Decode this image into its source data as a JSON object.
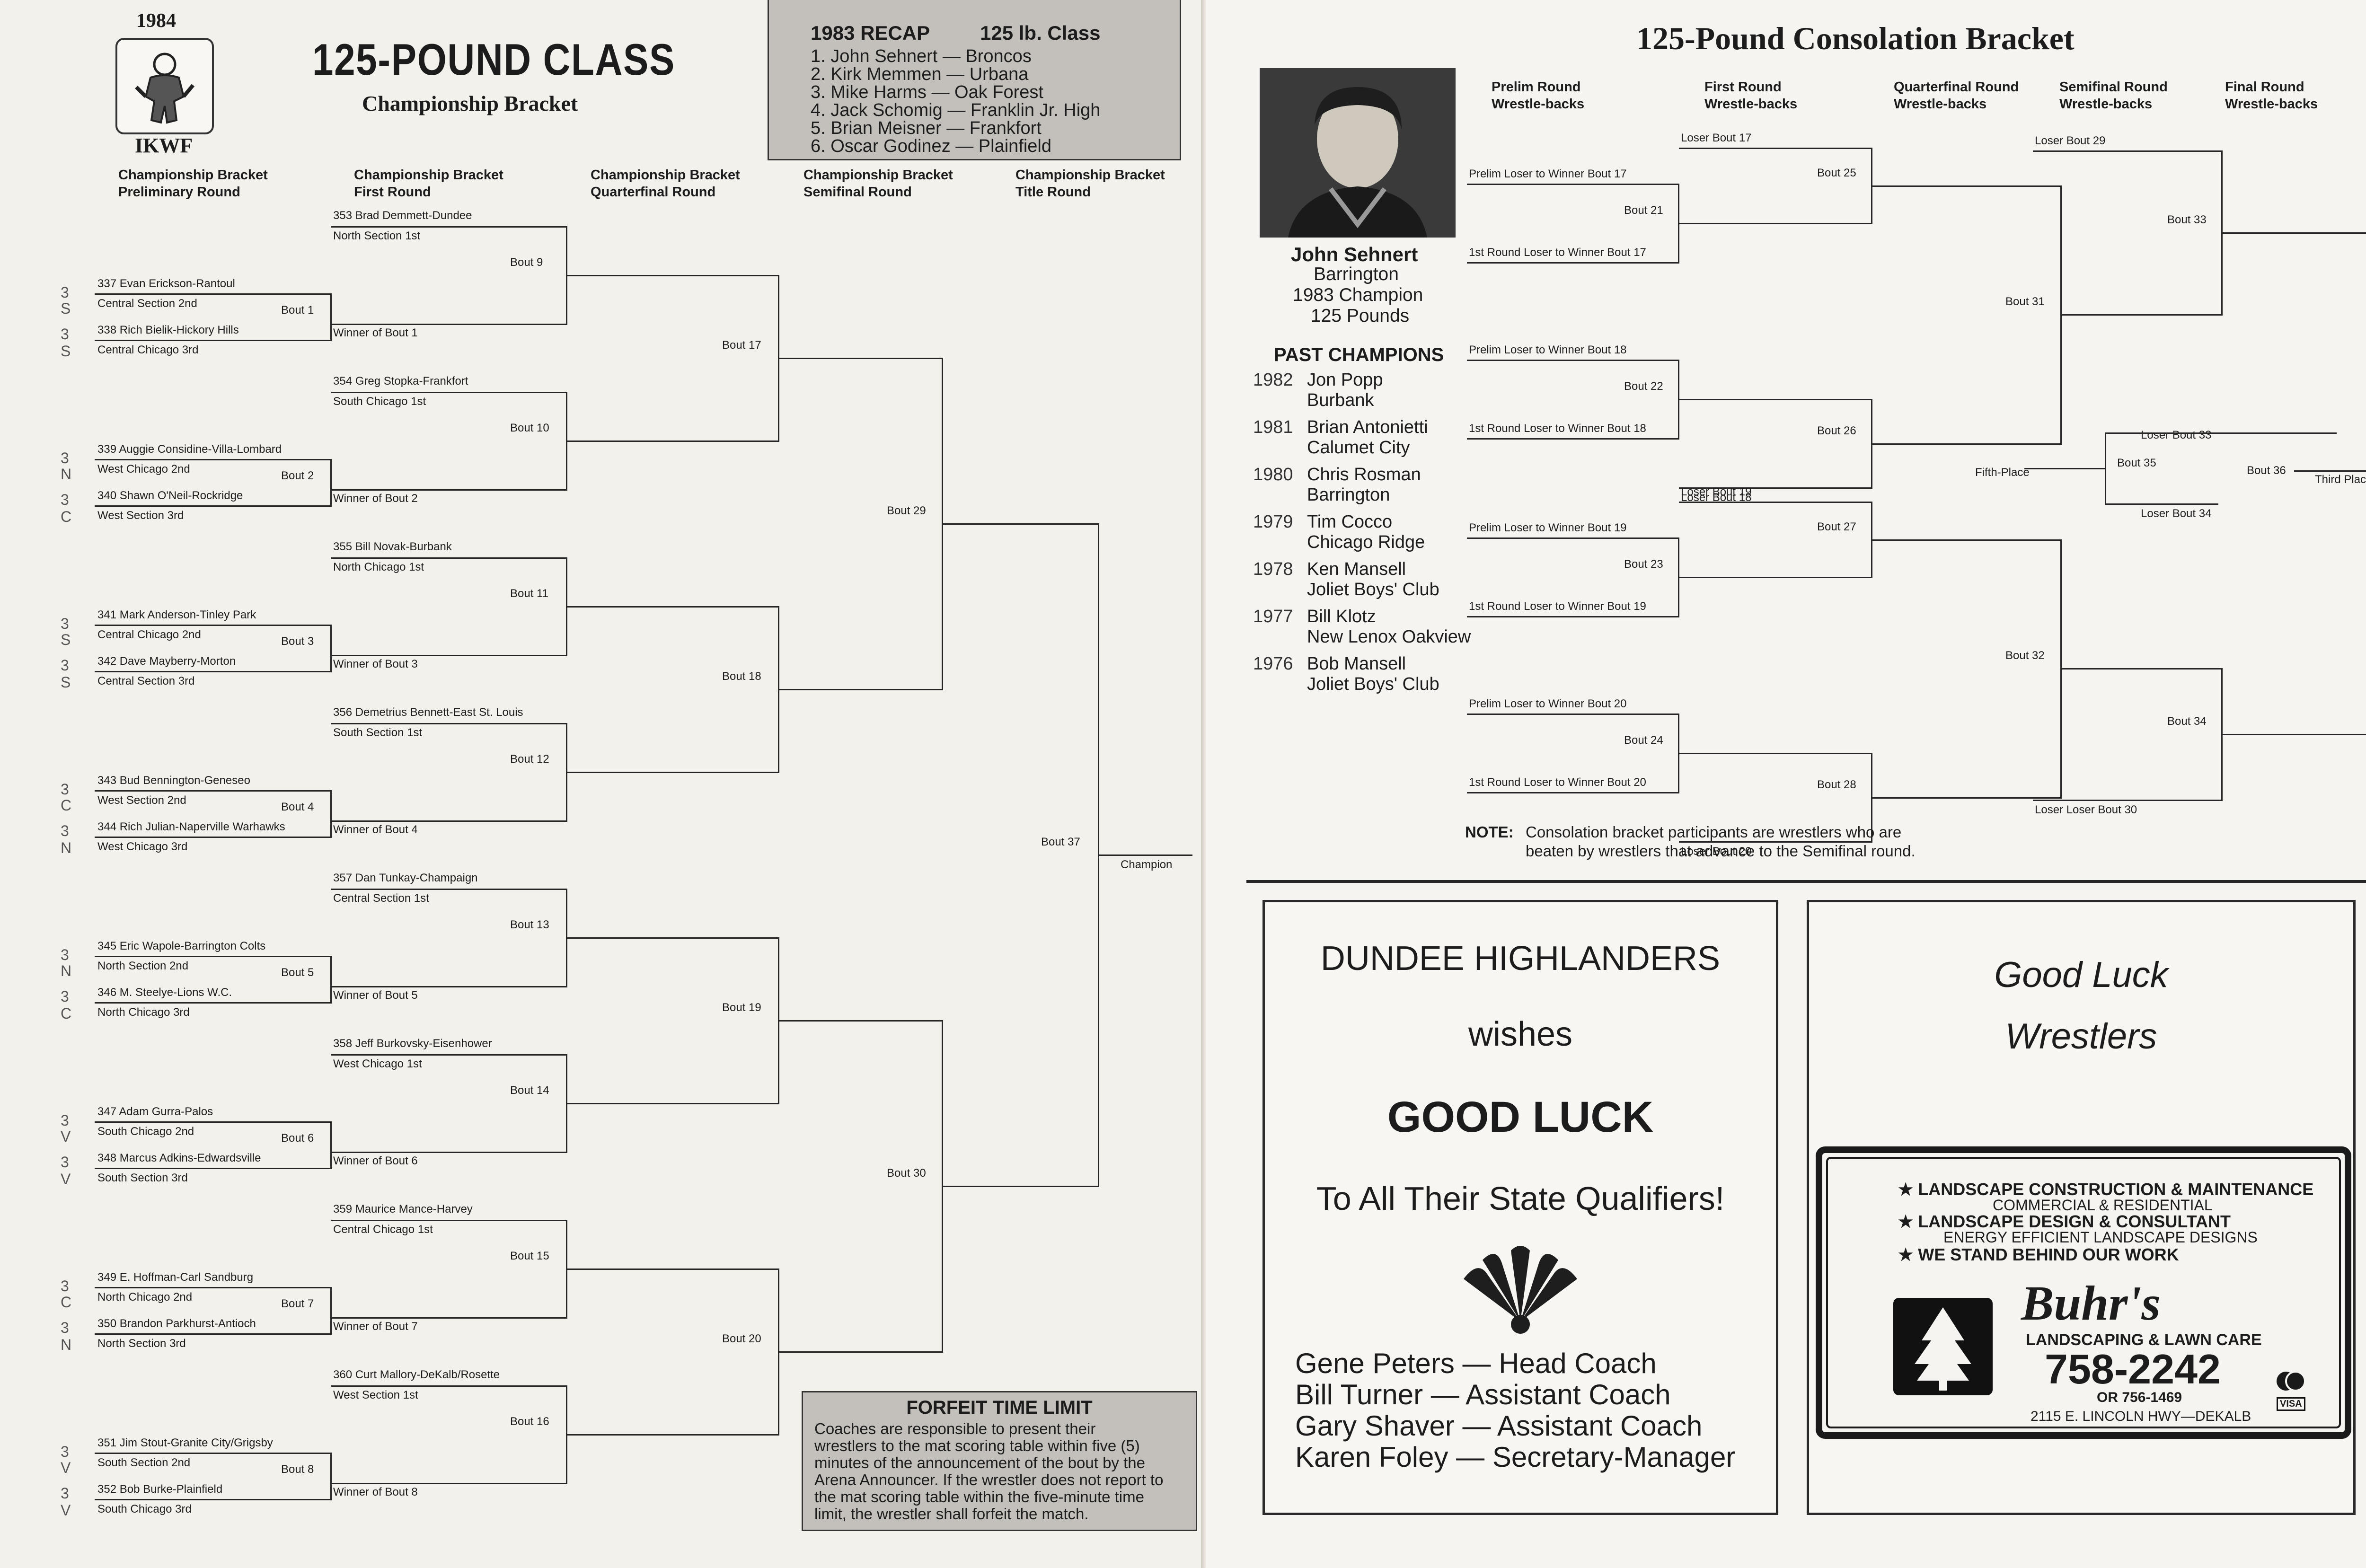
{
  "left_page": {
    "year": "1984",
    "org": "IKWF",
    "logo_icon": "wrestler-mascot-icon",
    "title": "125-POUND CLASS",
    "subtitle": "Championship Bracket",
    "recap": {
      "heading_left": "1983 RECAP",
      "heading_right": "125 lb. Class",
      "items": [
        "1. John Sehnert — Broncos",
        "2. Kirk Memmen — Urbana",
        "3. Mike Harms — Oak Forest",
        "4. Jack Schomig — Franklin Jr. High",
        "5. Brian Meisner — Frankfort",
        "6. Oscar Godinez — Plainfield"
      ]
    },
    "round_headers": [
      [
        "Championship Bracket",
        "Preliminary Round"
      ],
      [
        "Championship Bracket",
        "First Round"
      ],
      [
        "Championship Bracket",
        "Quarterfinal Round"
      ],
      [
        "Championship Bracket",
        "Semifinal Round"
      ],
      [
        "Championship Bracket",
        "Title Round"
      ]
    ],
    "prelims": [
      {
        "a": "337 Evan Erickson-Rantoul",
        "a_sec": "Central Section 2nd",
        "b": "338 Rich Bielik-Hickory Hills",
        "b_sec": "Central Chicago 3rd",
        "bout": "Bout 1",
        "winner": "Winner of Bout 1",
        "margin": [
          "3",
          "S",
          "3",
          "S"
        ]
      },
      {
        "a": "339 Auggie Considine-Villa-Lombard",
        "a_sec": "West Chicago 2nd",
        "b": "340 Shawn O'Neil-Rockridge",
        "b_sec": "West Section 3rd",
        "bout": "Bout 2",
        "winner": "Winner of Bout 2",
        "margin": [
          "3",
          "N",
          "3",
          "C"
        ]
      },
      {
        "a": "341 Mark Anderson-Tinley Park",
        "a_sec": "Central Chicago 2nd",
        "b": "342 Dave Mayberry-Morton",
        "b_sec": "Central Section 3rd",
        "bout": "Bout 3",
        "winner": "Winner of Bout 3",
        "margin": [
          "3",
          "S",
          "3",
          "S"
        ]
      },
      {
        "a": "343 Bud Bennington-Geneseo",
        "a_sec": "West Section 2nd",
        "b": "344 Rich Julian-Naperville Warhawks",
        "b_sec": "West Chicago 3rd",
        "bout": "Bout 4",
        "winner": "Winner of Bout 4",
        "margin": [
          "3",
          "C",
          "3",
          "N"
        ]
      },
      {
        "a": "345 Eric Wapole-Barrington Colts",
        "a_sec": "North Section 2nd",
        "b": "346 M. Steelye-Lions W.C.",
        "b_sec": "North Chicago 3rd",
        "bout": "Bout 5",
        "winner": "Winner of Bout 5",
        "margin": [
          "3",
          "N",
          "3",
          "C"
        ]
      },
      {
        "a": "347 Adam Gurra-Palos",
        "a_sec": "South Chicago 2nd",
        "b": "348 Marcus Adkins-Edwardsville",
        "b_sec": "South Section 3rd",
        "bout": "Bout 6",
        "winner": "Winner of Bout 6",
        "margin": [
          "3",
          "V",
          "3",
          "V"
        ]
      },
      {
        "a": "349 E. Hoffman-Carl Sandburg",
        "a_sec": "North Chicago 2nd",
        "b": "350 Brandon Parkhurst-Antioch",
        "b_sec": "North Section 3rd",
        "bout": "Bout 7",
        "winner": "Winner of Bout 7",
        "margin": [
          "3",
          "C",
          "3",
          "N"
        ]
      },
      {
        "a": "351 Jim Stout-Granite City/Grigsby",
        "a_sec": "South Section 2nd",
        "b": "352 Bob Burke-Plainfield",
        "b_sec": "South Chicago 3rd",
        "bout": "Bout 8",
        "winner": "Winner of Bout 8",
        "margin": [
          "3",
          "V",
          "3",
          "V"
        ]
      }
    ],
    "seeds": [
      {
        "name": "353 Brad Demmett-Dundee",
        "sec": "North Section 1st",
        "bout": "Bout  9"
      },
      {
        "name": "354 Greg Stopka-Frankfort",
        "sec": "South Chicago 1st",
        "bout": "Bout 10"
      },
      {
        "name": "355 Bill Novak-Burbank",
        "sec": "North Chicago 1st",
        "bout": "Bout 11"
      },
      {
        "name": "356 Demetrius Bennett-East St. Louis",
        "sec": "South Section 1st",
        "bout": "Bout 12"
      },
      {
        "name": "357 Dan Tunkay-Champaign",
        "sec": "Central Section 1st",
        "bout": "Bout 13"
      },
      {
        "name": "358 Jeff Burkovsky-Eisenhower",
        "sec": "West Chicago 1st",
        "bout": "Bout 14"
      },
      {
        "name": "359 Maurice Mance-Harvey",
        "sec": "Central Chicago 1st",
        "bout": "Bout 15"
      },
      {
        "name": "360 Curt Mallory-DeKalb/Rosette",
        "sec": "West Section 1st",
        "bout": "Bout 16"
      }
    ],
    "quarter_bouts": [
      "Bout 17",
      "Bout 18",
      "Bout 19",
      "Bout 20"
    ],
    "semi_bouts": [
      "Bout 29",
      "Bout 30"
    ],
    "final_bout": "Bout 37",
    "champion": "Champion",
    "forfeit": {
      "title": "FORFEIT TIME LIMIT",
      "lines": [
        "Coaches are responsible to present their",
        "wrestlers to the mat scoring table within five (5)",
        "minutes of the announcement of the bout by the",
        "Arena Announcer. If the wrestler does not report to",
        "the mat scoring table within the five-minute time",
        "limit, the wrestler shall forfeit the match."
      ]
    }
  },
  "right_page": {
    "title": "125-Pound Consolation Bracket",
    "photo_icon": "champion-portrait-photo",
    "champion": {
      "name": "John Sehnert",
      "school": "Barrington",
      "line3": "1983 Champion",
      "line4": "125 Pounds"
    },
    "past_heading": "PAST CHAMPIONS",
    "past": [
      {
        "year": "1982",
        "name": "Jon Popp",
        "school": "Burbank"
      },
      {
        "year": "1981",
        "name": "Brian Antonietti",
        "school": "Calumet City"
      },
      {
        "year": "1980",
        "name": "Chris Rosman",
        "school": "Barrington"
      },
      {
        "year": "1979",
        "name": "Tim Cocco",
        "school": "Chicago Ridge"
      },
      {
        "year": "1978",
        "name": "Ken Mansell",
        "school": "Joliet Boys' Club"
      },
      {
        "year": "1977",
        "name": "Bill Klotz",
        "school": "New Lenox Oakview"
      },
      {
        "year": "1976",
        "name": "Bob Mansell",
        "school": "Joliet Boys' Club"
      }
    ],
    "round_headers": [
      [
        "Prelim Round",
        "Wrestle-backs"
      ],
      [
        "First Round",
        "Wrestle-backs"
      ],
      [
        "Quarterfinal Round",
        "Wrestle-backs"
      ],
      [
        "Semifinal Round",
        "Wrestle-backs"
      ],
      [
        "Final Round",
        "Wrestle-backs"
      ]
    ],
    "prelim_groups": [
      {
        "top": "Prelim Loser to Winner Bout 17",
        "bout": "Bout 21",
        "bottom": "1st Round Loser to Winner Bout 17"
      },
      {
        "top": "Prelim Loser to Winner Bout 18",
        "bout": "Bout 22",
        "bottom": "1st Round Loser to Winner Bout 18"
      },
      {
        "top": "Prelim Loser to Winner Bout 19",
        "bout": "Bout 23",
        "bottom": "1st Round Loser to Winner Bout 19"
      },
      {
        "top": "Prelim Loser to Winner Bout 20",
        "bout": "Bout 24",
        "bottom": "1st Round Loser to Winner Bout 20"
      }
    ],
    "first_round": [
      {
        "loser": "Loser Bout 17",
        "bout": "Bout 25"
      },
      {
        "loser": "Loser Bout 18",
        "bout": "Bout 26"
      },
      {
        "loser": "Loser Bout 19",
        "bout": "Bout 27"
      },
      {
        "loser": "Loser Bout 20",
        "bout": "Bout 28"
      }
    ],
    "quarter_bouts": [
      "Bout 31",
      "Bout 32"
    ],
    "semi": [
      {
        "loser": "Loser Bout 29",
        "bout": "Bout 33"
      },
      {
        "loser": "Loser Loser Bout 30",
        "bout": "Bout 34"
      }
    ],
    "fifth": {
      "top": "Loser Bout 33",
      "bout": "Bout 35",
      "bottom": "Loser Bout 34",
      "label": "Fifth-Place"
    },
    "final_bout": "Bout 36",
    "third_place": "Third Place",
    "note_label": "NOTE:",
    "note_lines": [
      "Consolation bracket participants are wrestlers who are",
      "beaten by wrestlers that advance to the Semifinal round."
    ],
    "ad_dundee": {
      "l1": "DUNDEE HIGHLANDERS",
      "l2": "wishes",
      "l3": "GOOD LUCK",
      "l4": "To All Their State Qualifiers!",
      "logo_icon": "highlander-fan-logo-icon",
      "staff": [
        "Gene Peters — Head Coach",
        "Bill Turner — Assistant Coach",
        "Gary Shaver — Assistant Coach",
        "Karen Foley — Secretary-Manager"
      ]
    },
    "ad_buhrs": {
      "l1": "Good Luck",
      "l2": "Wrestlers",
      "b1": "★ LANDSCAPE CONSTRUCTION & MAINTENANCE",
      "b1s": "COMMERCIAL & RESIDENTIAL",
      "b2": "★ LANDSCAPE DESIGN & CONSULTANT",
      "b2s": "ENERGY EFFICIENT LANDSCAPE DESIGNS",
      "b3": "★ WE STAND BEHIND OUR WORK",
      "brand": "Buhr's",
      "brand_sub": "LANDSCAPING & LAWN CARE",
      "phone": "758-2242",
      "phone2": "OR 756-1469",
      "address": "2115 E. LINCOLN HWY—DEKALB",
      "tree_icon": "tree-logo-icon",
      "card_icon": "credit-card-icon",
      "card_text": "VISA"
    }
  }
}
